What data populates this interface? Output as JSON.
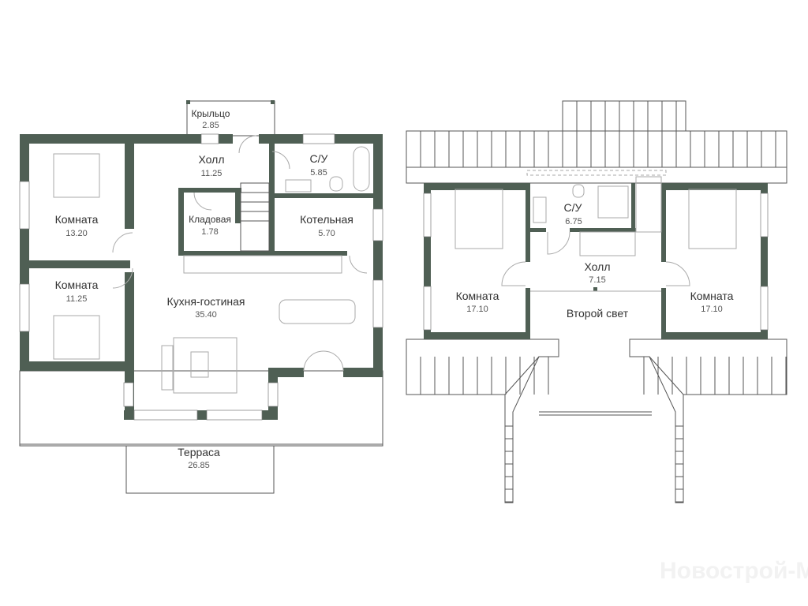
{
  "colors": {
    "wall": "#4f5f54",
    "background": "#ffffff"
  },
  "watermark": "Новострой-М",
  "ground_floor": {
    "rooms": [
      {
        "name": "Крыльцо",
        "area": "2.85"
      },
      {
        "name": "Холл",
        "area": "11.25"
      },
      {
        "name": "С/У",
        "area": "5.85"
      },
      {
        "name": "Комната",
        "area": "13.20"
      },
      {
        "name": "Кладовая",
        "area": "1.78"
      },
      {
        "name": "Котельная",
        "area": "5.70"
      },
      {
        "name": "Комната",
        "area": "11.25"
      },
      {
        "name": "Кухня-гостиная",
        "area": "35.40"
      },
      {
        "name": "Терраса",
        "area": "26.85"
      }
    ]
  },
  "second_floor": {
    "rooms": [
      {
        "name": "С/У",
        "area": "6.75"
      },
      {
        "name": "Холл",
        "area": "7.15"
      },
      {
        "name": "Комната",
        "area": "17.10"
      },
      {
        "name": "Второй свет",
        "area": null
      },
      {
        "name": "Комната",
        "area": "17.10"
      }
    ]
  }
}
